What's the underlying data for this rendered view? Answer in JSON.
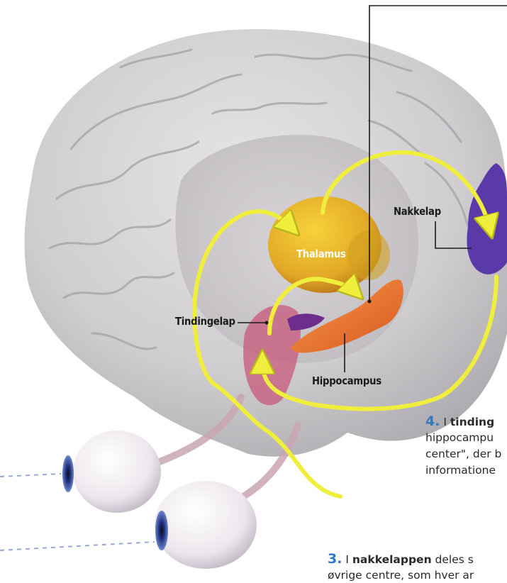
{
  "labels": {
    "thalamus": "Thalamus",
    "nakkelap": "Nakkelap",
    "tindingelap": "Tindingelap",
    "hippocampus": "Hippocampus"
  },
  "caption_4": {
    "number": "4.",
    "prefix": "I ",
    "bold": "tinding",
    "lines": [
      "hippocampu",
      "center\", der b",
      "informatione"
    ]
  },
  "caption_3": {
    "number": "3.",
    "prefix": "I ",
    "bold": "nakkelappen",
    "rest": " deles s",
    "line2": "øvrige centre, som hver ar"
  },
  "colors": {
    "arrow": "#f0ee3c",
    "thalamus": "#e8b020",
    "hippocampus": "#f07a2e",
    "nakkelap": "#5a3aa8",
    "tindingelap": "#c8587a",
    "brain": "#cfcdcf",
    "caption_number": "#2f78c4"
  },
  "icons": [
    "brain-illustration",
    "eyeball-icon",
    "arrow-icon"
  ]
}
